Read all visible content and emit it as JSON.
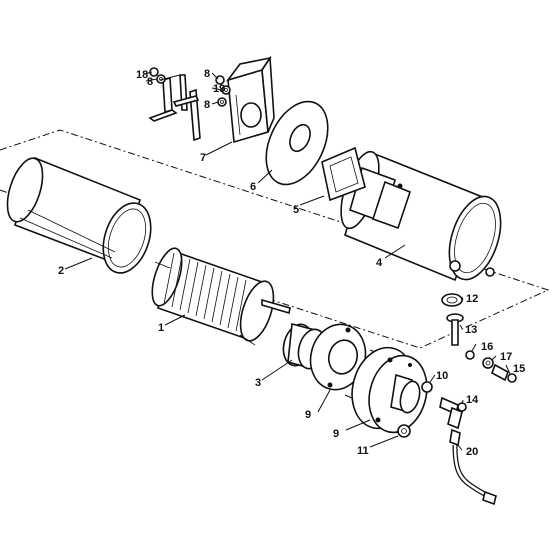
{
  "diagram": {
    "labels": [
      {
        "id": "lbl-1",
        "text": "1"
      },
      {
        "id": "lbl-2",
        "text": "2"
      },
      {
        "id": "lbl-3",
        "text": "3"
      },
      {
        "id": "lbl-4",
        "text": "4"
      },
      {
        "id": "lbl-5",
        "text": "5"
      },
      {
        "id": "lbl-6",
        "text": "6"
      },
      {
        "id": "lbl-7",
        "text": "7"
      },
      {
        "id": "lbl-8a",
        "text": "8"
      },
      {
        "id": "lbl-8b",
        "text": "8"
      },
      {
        "id": "lbl-8c",
        "text": "8"
      },
      {
        "id": "lbl-9a",
        "text": "9"
      },
      {
        "id": "lbl-9b",
        "text": "9"
      },
      {
        "id": "lbl-10",
        "text": "10"
      },
      {
        "id": "lbl-11",
        "text": "11"
      },
      {
        "id": "lbl-12",
        "text": "12"
      },
      {
        "id": "lbl-13",
        "text": "13"
      },
      {
        "id": "lbl-14",
        "text": "14"
      },
      {
        "id": "lbl-15",
        "text": "15"
      },
      {
        "id": "lbl-16",
        "text": "16"
      },
      {
        "id": "lbl-17",
        "text": "17"
      },
      {
        "id": "lbl-18",
        "text": "18"
      },
      {
        "id": "lbl-19",
        "text": "19"
      },
      {
        "id": "lbl-20",
        "text": "20"
      }
    ]
  }
}
